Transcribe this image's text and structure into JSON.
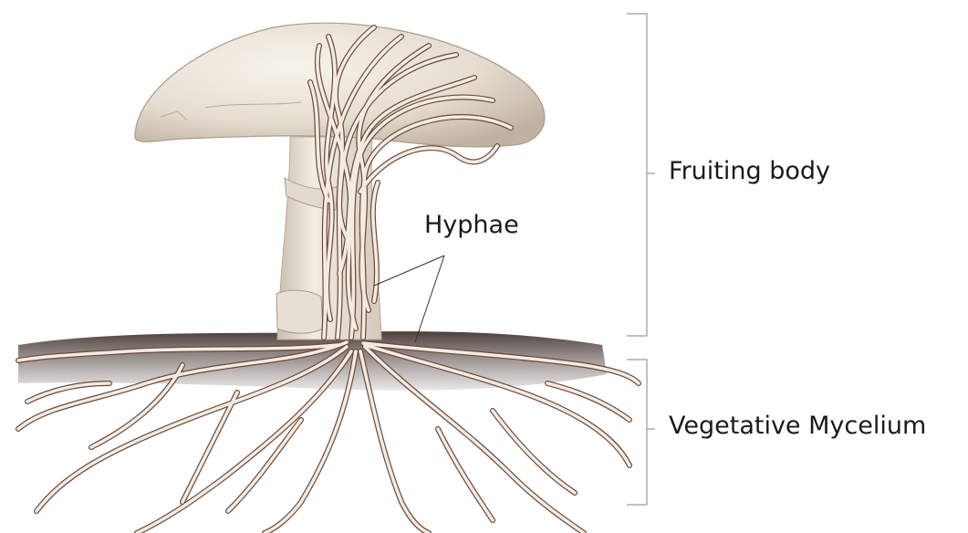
{
  "labels": {
    "fruiting_body": "Fruiting body",
    "hyphae": "Hyphae",
    "vegetative_mycelium": "Vegetative Mycelium"
  },
  "colors": {
    "cap": "#e9e2d6",
    "cap_shade": "#cbbfae",
    "hypha_fill": "#f4ebe2",
    "hypha_stroke": "#6a4a3a",
    "soil": "#5a4c47",
    "bracket": "#9a9a9a"
  }
}
